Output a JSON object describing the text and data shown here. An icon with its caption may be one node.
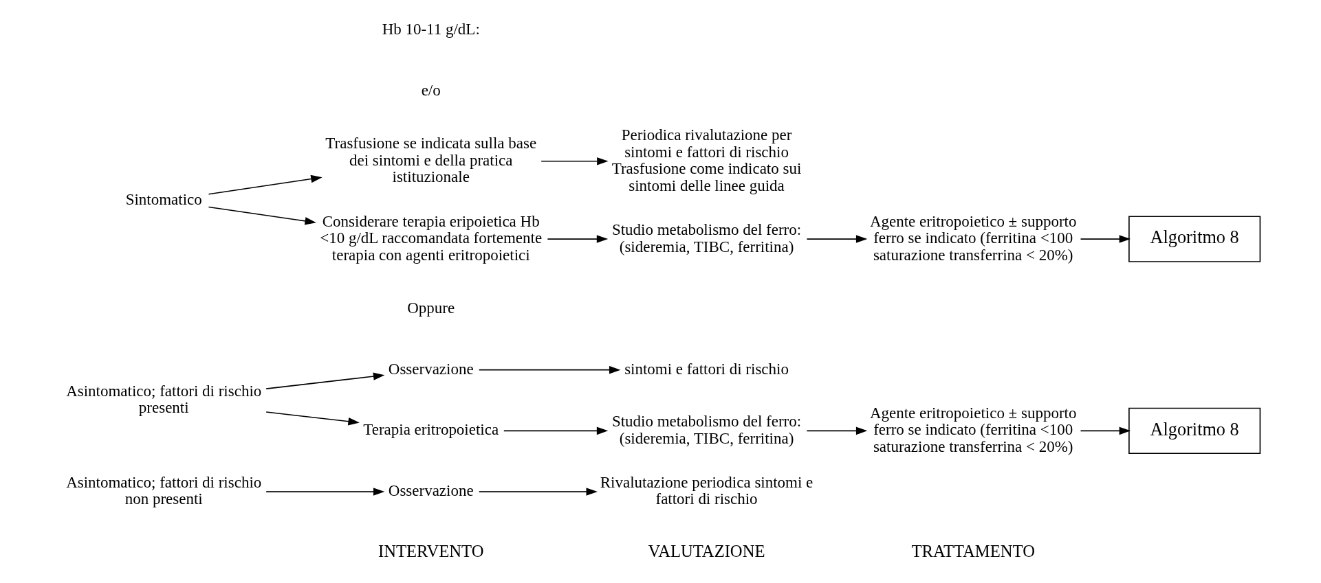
{
  "diagram": {
    "nodes": [
      {
        "text": [
          "Asintomatico; fattori di rischio non presenti"
        ]
      },
      {
        "text": [
          "Osservazione"
        ]
      },
      {
        "text": [
          "Rivalutazione periodica sintomi e fattori di rischio"
        ]
      },
      {
        "text": [
          "Asintomatico; fattori di rischio presenti"
        ]
      },
      {
        "text": [
          "Osservazione"
        ]
      },
      {
        "text": [
          "Oppure"
        ]
      },
      {
        "text": [
          "Terapia eritropoietica"
        ]
      },
      {
        "text": [
          "sintomi e fattori di rischio"
        ]
      },
      {
        "text": [
          "Studio metabolismo del ferro: (sideremia, TIBC, ferritina)"
        ]
      },
      {
        "text": [
          "Agente eritropoietico ± supporto ferro se indicato (ferritina <100 saturazione transferrina < 20%)"
        ]
      },
      {
        "text": [
          "Algoritmo 8"
        ]
      },
      {
        "text": [
          "Sintomatico"
        ]
      },
      {
        "text": [
          "Trasfusione se indicata sulla base dei sintomi e della pratica istituzionale"
        ]
      },
      {
        "text": [
          "e/o"
        ]
      },
      {
        "text": [
          "Hb 10-11 g/dL:"
        ]
      },
      {
        "text": [
          "Considerare terapia eripoietica Hb <10 g/dL raccomandata fortemente terapia con agenti eritropoietici"
        ]
      },
      {
        "text": [
          "Periodica rivalutazione per sintomi e fattori di rischio Trasfusione come indicato sui sintomi delle linee guida"
        ]
      },
      {
        "text": [
          "Studio metabolismo del ferro: (sideremia, TIBC, ferritina)"
        ]
      },
      {
        "text": [
          "Agente eritropoietico ± supporto ferro se indicato (ferritina <100 saturazione transferrina < 20%)"
        ]
      },
      {
        "text": [
          "Algoritmo 8"
        ]
      }
    ],
    "edges": [
      {
        "from": 0,
        "to": 1,
        "arrow": "to"
      },
      {
        "from": 1,
        "to": 2,
        "arrow": "to"
      },
      {
        "from": 3,
        "to": 4,
        "arrow": "to"
      },
      {
        "from": 3,
        "to": 6,
        "arrow": "to"
      },
      {
        "from": 4,
        "to": 7,
        "arrow": "to"
      },
      {
        "from": 6,
        "to": 8,
        "arrow": "to"
      },
      {
        "from": 8,
        "to": 9,
        "arrow": "to"
      },
      {
        "from": 9,
        "to": 10,
        "arrow": "to"
      },
      {
        "from": 11,
        "to": 12,
        "arrow": "to"
      },
      {
        "from": 11,
        "to": 15,
        "arrow": "to"
      },
      {
        "from": 12,
        "to": 16,
        "arrow": "to"
      },
      {
        "from": 15,
        "to": 17,
        "arrow": "to"
      },
      {
        "from": 17,
        "to": 18,
        "arrow": "to"
      },
      {
        "from": 18,
        "to": 19,
        "arrow": "to"
      }
    ],
    "labels": [
      "INTERVENTO",
      "VALUTAZIONE",
      "TRATTAMENTO"
    ]
  }
}
